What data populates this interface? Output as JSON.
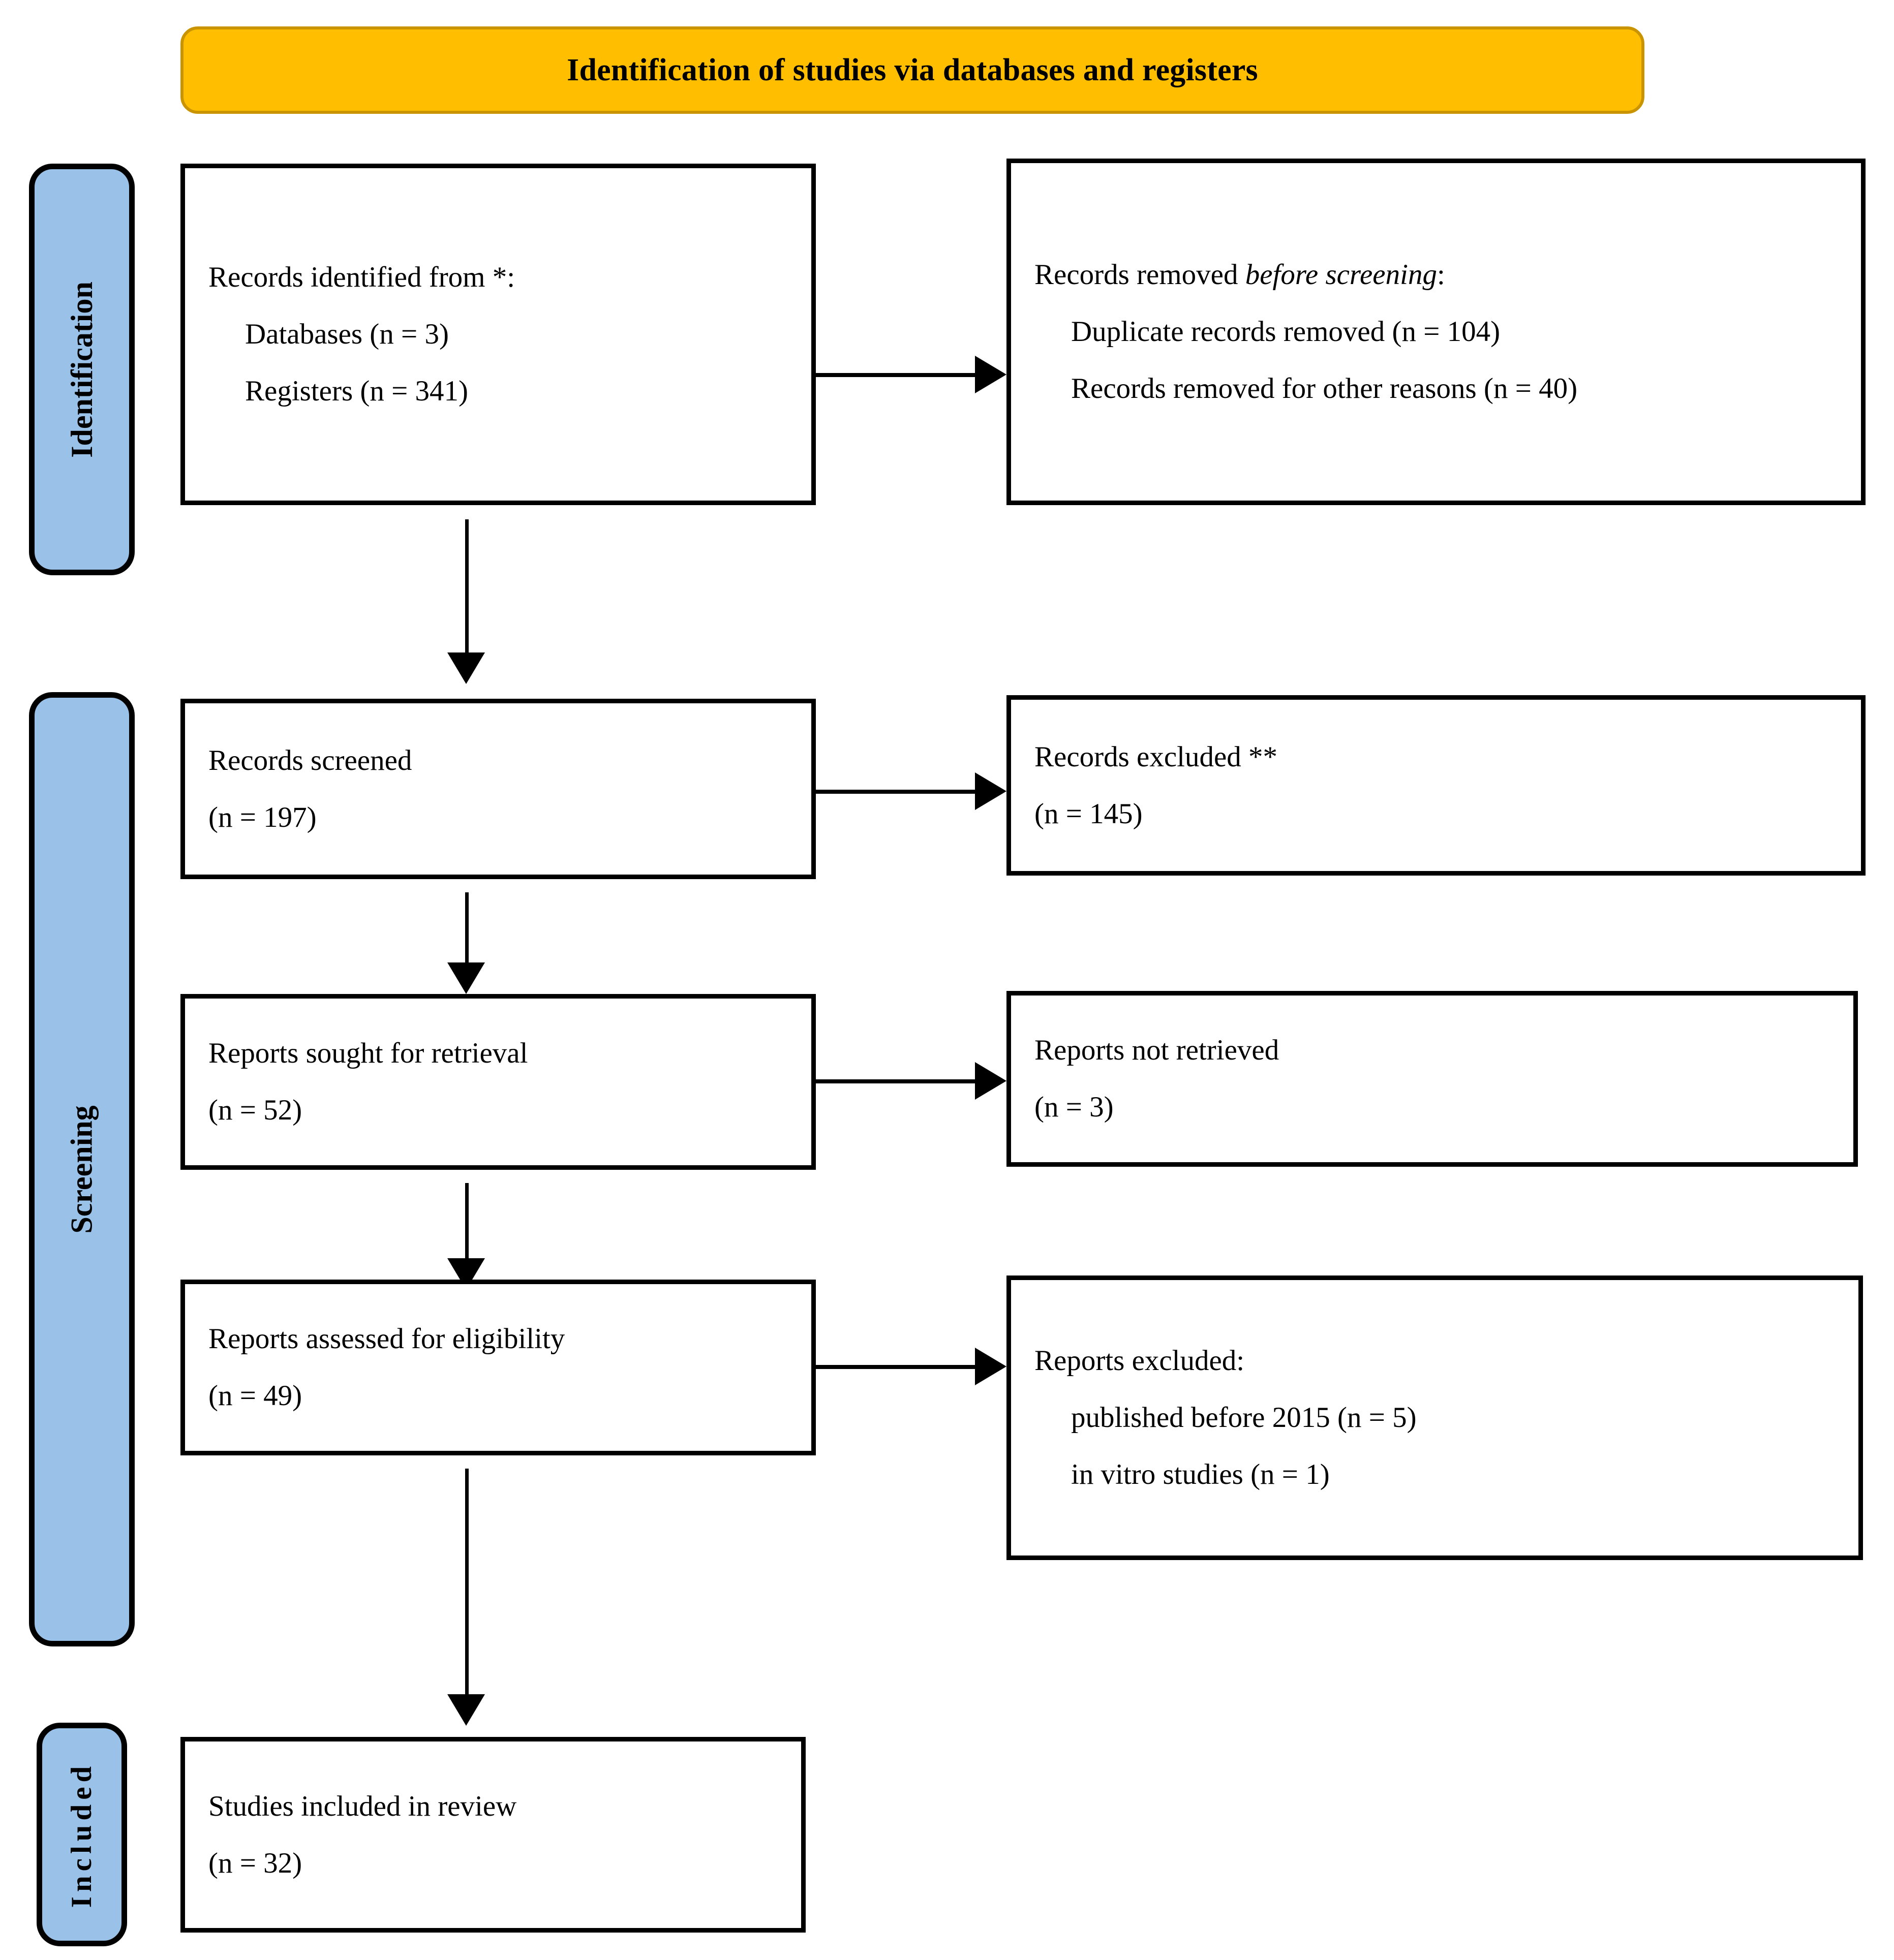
{
  "banner": {
    "title": "Identification of studies via databases and registers",
    "fill_color": "#FFBF00",
    "border_color": "#C99400"
  },
  "stages": [
    {
      "key": "identification",
      "label": "Identification",
      "fill_color": "#9AC1E8"
    },
    {
      "key": "screening",
      "label": "Screening",
      "fill_color": "#9AC1E8"
    },
    {
      "key": "included",
      "label": "Included",
      "fill_color": "#9AC1E8"
    }
  ],
  "boxes": {
    "records_identified": {
      "heading": "Records identified from *:",
      "items": [
        "Databases (n = 3)",
        "Registers (n = 341)"
      ]
    },
    "records_removed": {
      "heading_prefix": "Records removed ",
      "heading_emphasis": "before screening",
      "heading_suffix": ":",
      "items": [
        "Duplicate records removed (n = 104)",
        "Records removed for other reasons (n = 40)"
      ]
    },
    "records_screened": {
      "heading": "Records screened",
      "count": "(n = 197)"
    },
    "records_excluded": {
      "heading": "Records excluded **",
      "count": "(n = 145)"
    },
    "reports_sought": {
      "heading": "Reports sought for retrieval",
      "count": "(n = 52)"
    },
    "reports_not_retrieved": {
      "heading": "Reports not retrieved",
      "count": "(n = 3)"
    },
    "reports_assessed": {
      "heading": "Reports assessed for eligibility",
      "count": "(n = 49)"
    },
    "reports_excluded": {
      "heading": "Reports excluded:",
      "items": [
        "published before 2015 (n = 5)",
        "in vitro studies (n = 1)"
      ]
    },
    "studies_included": {
      "heading": "Studies included in review",
      "count": "(n = 32)"
    }
  },
  "chart_data": {
    "type": "diagram",
    "diagram_kind": "PRISMA-2020-flow",
    "title": "Identification of studies via databases and registers",
    "nodes": [
      {
        "id": "records_identified",
        "stage": "Identification",
        "column": "left",
        "label": "Records identified from *:",
        "sub": [
          {
            "label": "Databases",
            "n": 3
          },
          {
            "label": "Registers",
            "n": 341
          }
        ]
      },
      {
        "id": "records_removed",
        "stage": "Identification",
        "column": "right",
        "label": "Records removed before screening:",
        "sub": [
          {
            "label": "Duplicate records removed",
            "n": 104
          },
          {
            "label": "Records removed for other reasons",
            "n": 40
          }
        ]
      },
      {
        "id": "records_screened",
        "stage": "Screening",
        "column": "left",
        "label": "Records screened",
        "n": 197
      },
      {
        "id": "records_excluded",
        "stage": "Screening",
        "column": "right",
        "label": "Records excluded **",
        "n": 145
      },
      {
        "id": "reports_sought",
        "stage": "Screening",
        "column": "left",
        "label": "Reports sought for retrieval",
        "n": 52
      },
      {
        "id": "reports_not_retrieved",
        "stage": "Screening",
        "column": "right",
        "label": "Reports not retrieved",
        "n": 3
      },
      {
        "id": "reports_assessed",
        "stage": "Screening",
        "column": "left",
        "label": "Reports assessed for eligibility",
        "n": 49
      },
      {
        "id": "reports_excluded",
        "stage": "Screening",
        "column": "right",
        "label": "Reports excluded:",
        "sub": [
          {
            "label": "published before 2015",
            "n": 5
          },
          {
            "label": "in vitro studies",
            "n": 1
          }
        ]
      },
      {
        "id": "studies_included",
        "stage": "Included",
        "column": "left",
        "label": "Studies included in review",
        "n": 32
      }
    ],
    "edges": [
      {
        "from": "records_identified",
        "to": "records_removed",
        "direction": "right"
      },
      {
        "from": "records_identified",
        "to": "records_screened",
        "direction": "down"
      },
      {
        "from": "records_screened",
        "to": "records_excluded",
        "direction": "right"
      },
      {
        "from": "records_screened",
        "to": "reports_sought",
        "direction": "down"
      },
      {
        "from": "reports_sought",
        "to": "reports_not_retrieved",
        "direction": "right"
      },
      {
        "from": "reports_sought",
        "to": "reports_assessed",
        "direction": "down"
      },
      {
        "from": "reports_assessed",
        "to": "reports_excluded",
        "direction": "right"
      },
      {
        "from": "reports_assessed",
        "to": "studies_included",
        "direction": "down"
      }
    ]
  }
}
